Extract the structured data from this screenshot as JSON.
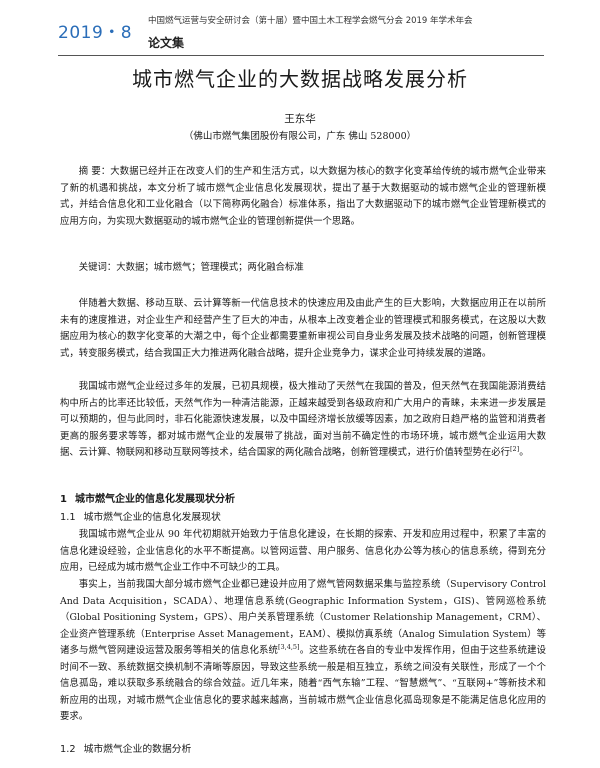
{
  "header": {
    "year": "2019・8",
    "conference": "中国燃气运营与安全研讨会（第十届）暨中国土木工程学会燃气分会 2019 年学术年会",
    "proceedings": "论文集"
  },
  "title": "城市燃气企业的大数据战略发展分析",
  "author": "王东华",
  "affiliation": "（佛山市燃气集团股份有限公司，广东  佛山  528000）",
  "abstract": "摘    要：大数据已经并正在改变人们的生产和生活方式，以大数据为核心的数字化变革给传统的城市燃气企业带来了新的机遇和挑战，本文分析了城市燃气企业信息化发展现状，提出了基于大数据驱动的城市燃气企业的管理新模式，并结合信息化和工业化融合（以下简称两化融合）标准体系，指出了大数据驱动下的城市燃气企业管理新模式的应用方向，为实现大数据驱动的城市燃气企业的管理创新提供一个思路。",
  "keywords": "关键词：大数据；城市燃气；管理模式；两化融合标准",
  "para1": "伴随着大数据、移动互联、云计算等新一代信息技术的快速应用及由此产生的巨大影响，大数据应用正在以前所未有的速度推进，对企业生产和经营产生了巨大的冲击，从根本上改变着企业的管理模式和服务模式，在这股以大数据应用为核心的数字化变革的大潮之中，每个企业都需要重新审视公司自身业务发展及技术战略的问题，创新管理模式，转变服务模式，结合我国正大力推进两化融合战略，提升企业竞争力，谋求企业可持续发展的道路。",
  "para2": "我国城市燃气企业经过多年的发展，已初具规模，极大推动了天然气在我国的普及，但天然气在我国能源消费结构中所占的比率还比较低，天然气作为一种清洁能源，正越来越受到各级政府和广大用户的青睐，未来进一步发展是可以预期的，但与此同时，非石化能源快速发展，以及中国经济增长放缓等因素，加之政府日趋严格的监管和消费者更高的服务要求等等，都对城市燃气企业的发展带了挑战，面对当前不确定性的市场环境，城市燃气企业运用大数据、云计算、物联网和移动互联网等技术，结合国家的两化融合战略，创新管理模式，进行价值转型势在必行",
  "para2_ref": "[2]",
  "para2_end": "。",
  "section1": {
    "num": "1",
    "title": "城市燃气企业的信息化发展现状分析"
  },
  "section1_1": {
    "num": "1.1",
    "title": "城市燃气企业的信息化发展现状"
  },
  "para3": "我国城市燃气企业从 90 年代初期就开始致力于信息化建设，在长期的探索、开发和应用过程中，积累了丰富的信息化建设经验，企业信息化的水平不断提高。以管网运营、用户服务、信息化办公等为核心的信息系统，得到充分应用，已经成为城市燃气企业工作中不可缺少的工具。",
  "para4": "事实上，当前我国大部分城市燃气企业都已建设并应用了燃气管网数据采集与监控系统（Supervisory Control And Data Acquisition，SCADA）、地理信息系统(Geographic Information System，GIS)、管网巡检系统（Global Positioning System，GPS）、用户关系管理系统（Customer Relationship Management，CRM）、企业资产管理系统（Enterprise Asset Management，EAM）、模拟仿真系统（Analog Simulation System）等诸多与燃气管网建设运营及服务等相关的信息化系统",
  "para4_ref": "[3,4,5]",
  "para4_end": "。这些系统在各自的专业中发挥作用，但由于这些系统建设时间不一致、系统数据交换机制不清晰等原因，导致这些系统一般是相互独立，系统之间没有关联性，形成了一个个信息孤岛，难以获取多系统融合的综合效益。近几年来，随着“西气东输”工程、“智慧燃气”、“互联网+”等新技术和新应用的出现，对城市燃气企业信息化的要求越来越高，当前城市燃气企业信息化孤岛现象是不能满足信息化应用的要求。",
  "section1_2": {
    "num": "1.2",
    "title": "城市燃气企业的数据分析"
  }
}
